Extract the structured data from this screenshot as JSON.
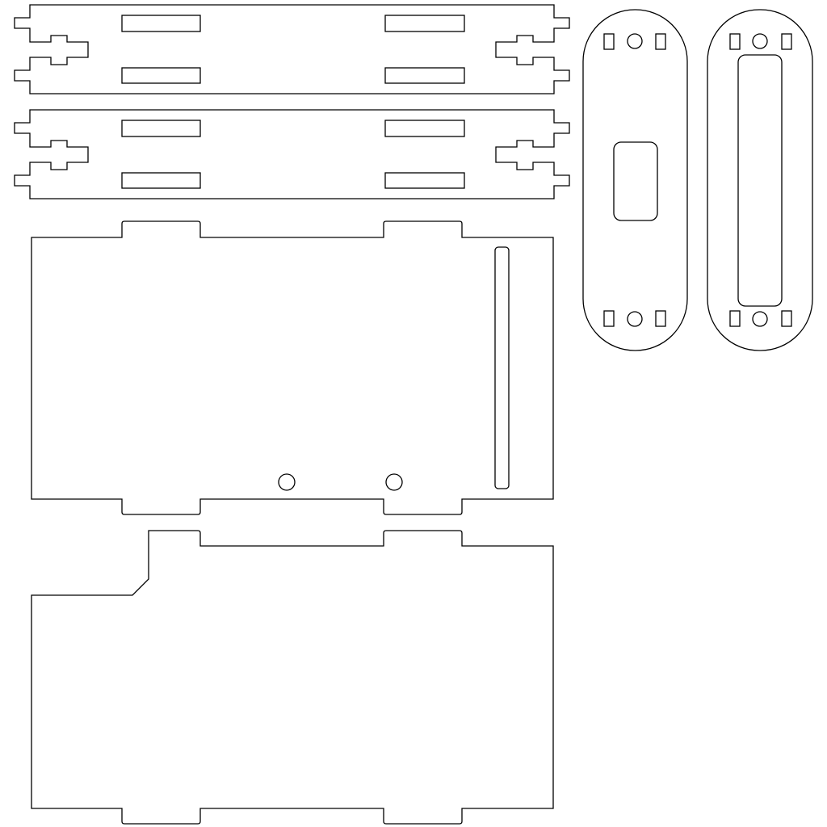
{
  "diagram": {
    "type": "laser-cut layout",
    "colors": {
      "stroke": "#000000",
      "background": "#ffffff"
    },
    "parts": [
      "side-panel",
      "side-panel",
      "base-panel",
      "top-panel",
      "end-plate",
      "end-plate-window"
    ]
  }
}
